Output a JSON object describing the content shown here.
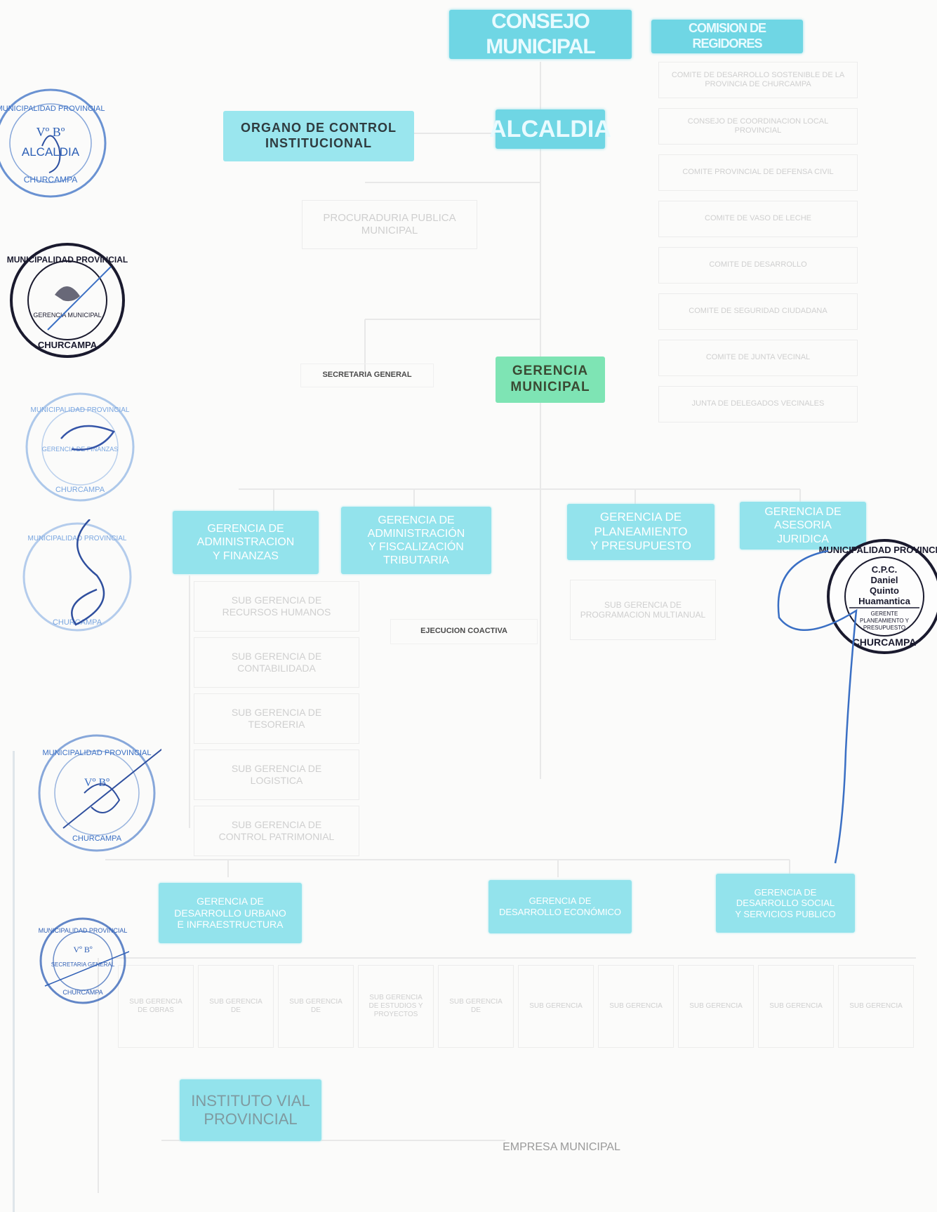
{
  "top": {
    "consejo": "CONSEJO MUNICIPAL",
    "comision": "COMISION DE REGIDORES"
  },
  "control": {
    "organo": "ORGANO DE CONTROL\nINSTITUCIONAL",
    "alcaldia": "ALCALDIA",
    "procuraduria": "PROCURADURIA PUBLICA\nMUNICIPAL"
  },
  "committees": [
    "COMITE DE DESARROLLO SOSTENIBLE DE LA PROVINCIA DE CHURCAMPA",
    "CONSEJO DE COORDINACION LOCAL PROVINCIAL",
    "COMITE PROVINCIAL DE DEFENSA CIVIL",
    "COMITE DE VASO DE LECHE",
    "COMITE DE DESARROLLO",
    "COMITE DE SEGURIDAD CIUDADANA",
    "COMITE DE JUNTA VECINAL",
    "JUNTA DE DELEGADOS VECINALES"
  ],
  "gerencia": {
    "secretaria": "SECRETARIA GENERAL",
    "municipal": "GERENCIA\nMUNICIPAL"
  },
  "gerencias": {
    "admin_finanzas": "GERENCIA DE\nADMINISTRACION\nY FINANZAS",
    "admin_tributaria": "GERENCIA DE\nADMINISTRACIÓN\nY FISCALIZACIÓN\nTRIBUTARIA",
    "planeamiento": "GERENCIA DE\nPLANEAMIENTO\nY PRESUPUESTO",
    "asesoria": "GERENCIA DE\nASESORIA\nJURIDICA"
  },
  "sub_admin": [
    "SUB GERENCIA DE\nRECURSOS HUMANOS",
    "SUB GERENCIA DE\nCONTABILIDADA",
    "SUB GERENCIA DE\nTESORERIA",
    "SUB GERENCIA DE\nLOGISTICA",
    "SUB GERENCIA DE\nCONTROL PATRIMONIAL"
  ],
  "ejecucion": "EJECUCION COACTIVA",
  "sub_planeamiento": "SUB GERENCIA DE PROGRAMACION MULTIANUAL",
  "desarrollo": {
    "urbano": "GERENCIA DE\nDESARROLLO URBANO\nE INFRAESTRUCTURA",
    "economico": "GERENCIA DE\nDESARROLLO ECONÓMICO",
    "social": "GERENCIA DE\nDESARROLLO SOCIAL\nY SERVICIOS PUBLICO"
  },
  "sub_desarrollo": [
    "SUB GERENCIA DE OBRAS",
    "SUB GERENCIA DE",
    "SUB GERENCIA DE",
    "SUB GERENCIA DE ESTUDIOS Y PROYECTOS",
    "SUB GERENCIA DE",
    "SUB GERENCIA",
    "SUB GERENCIA",
    "SUB GERENCIA",
    "SUB GERENCIA",
    "SUB GERENCIA"
  ],
  "bottom": {
    "instituto": "INSTITUTO VIAL\nPROVINCIAL",
    "empresa": "EMPRESA MUNICIPAL"
  },
  "seals": {
    "alcaldia_seal": [
      "MUNICIPALIDAD PROVINCIAL",
      "Vº Bº",
      "ALCALDIA",
      "CHURCAMPA"
    ],
    "gerencia_seal": [
      "MUNICIPALIDAD PROVINCIAL",
      "GERENCIA MUNICIPAL",
      "CHURCAMPA"
    ],
    "finanzas_seal": [
      "MUNICIPALIDAD PROVINCIAL",
      "GERENCIA DE FINANZAS",
      "CHURCAMPA"
    ],
    "admin_seal": [
      "MUNICIPALIDAD PROVINCIAL",
      "CHURCAMPA"
    ],
    "logistica_seal": [
      "MUNICIPALIDAD PROVINCIAL",
      "Vº Bº",
      "CHURCAMPA"
    ],
    "secretaria_seal": [
      "MUNICIPALIDAD PROVINCIAL",
      "Vº Bº",
      "SECRETARIA GENERAL",
      "CHURCAMPA"
    ],
    "planeamiento_seal": {
      "ring_top": "MUNICIPALIDAD PROVINCIAL",
      "name_1": "C.P.C.",
      "name_2": "Daniel",
      "name_3": "Quinto",
      "name_4": "Huamantica",
      "role_1": "GERENTE",
      "role_2": "PLANEAMIENTO Y",
      "role_3": "PRESUPUESTO",
      "ring_bottom": "CHURCAMPA"
    }
  },
  "colors": {
    "cyan": "#93e3ec",
    "cyan_strong": "#6fd6e4",
    "green": "#7ee4b4",
    "stamp_blue": "#3a6fc4",
    "stamp_dark": "#1a1a2e"
  }
}
